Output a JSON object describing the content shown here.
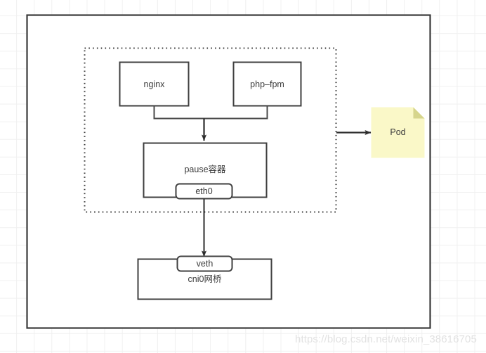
{
  "diagram": {
    "title": "Kubernetes Pod network diagram",
    "outer_frame": {
      "label": "outer-boundary"
    },
    "pod_group": {
      "label": "pod-dotted-group"
    },
    "nodes": {
      "nginx": "nginx",
      "php_fpm": "php–fpm",
      "pause": "pause容器",
      "eth0": "eth0",
      "veth": "veth",
      "cni0": "cni0网桥",
      "pod_note": "Pod"
    },
    "colors": {
      "stroke": "#404040",
      "text": "#3b3b3b",
      "note_fill": "#faf8c8",
      "note_fold": "#d6d58c",
      "grid_line": "#f0f0f0",
      "canvas": "#ffffff"
    }
  },
  "watermark": {
    "text": "https://blog.csdn.net/weixin_38616705"
  }
}
